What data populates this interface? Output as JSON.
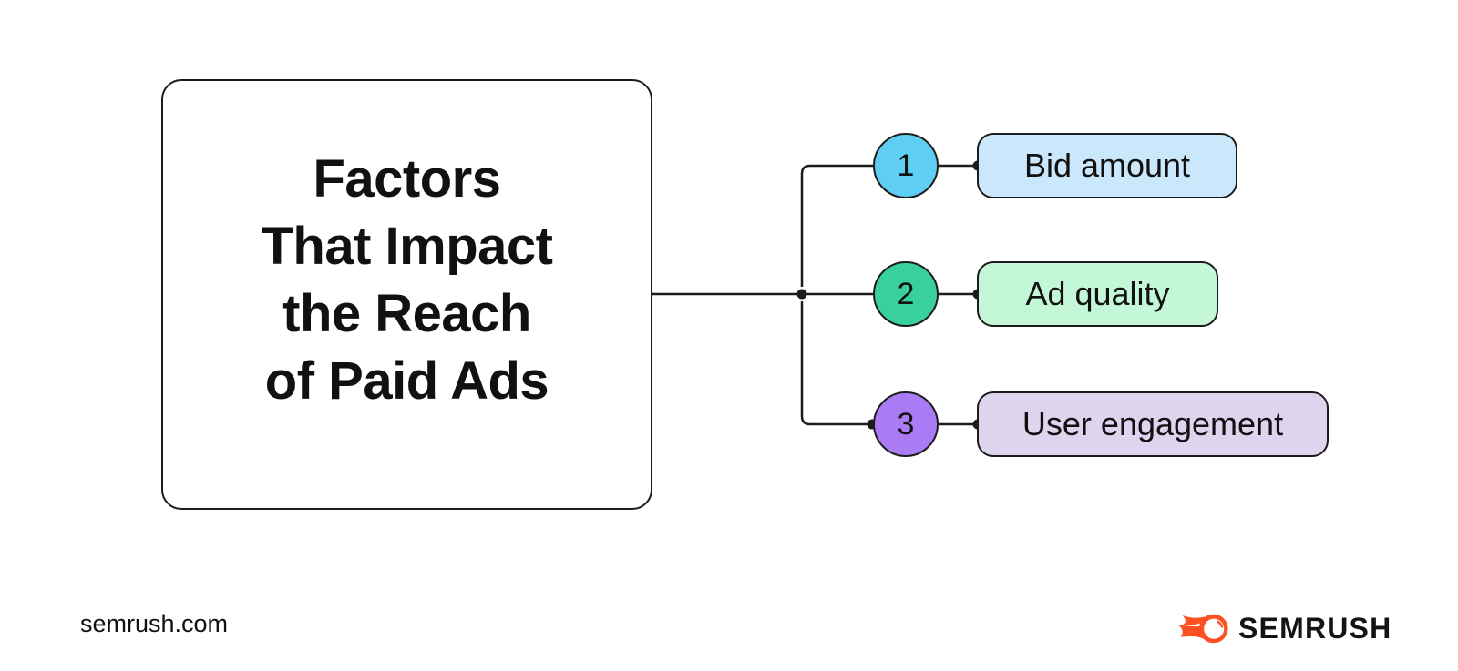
{
  "diagram": {
    "title_lines": [
      "Factors",
      "That Impact",
      "the Reach",
      "of Paid Ads"
    ],
    "items": [
      {
        "number": "1",
        "label": "Bid amount",
        "circle_color": "#5FCEF3",
        "box_color": "#CBE7FB"
      },
      {
        "number": "2",
        "label": "Ad quality",
        "circle_color": "#38D19C",
        "box_color": "#C4F7D8"
      },
      {
        "number": "3",
        "label": "User engagement",
        "circle_color": "#AA7BF4",
        "box_color": "#DED4EE"
      }
    ]
  },
  "footer": {
    "website": "semrush.com",
    "logo_text": "SEMRUSH",
    "logo_color": "#FF5024"
  },
  "colors": {
    "background": "#FFFFFF",
    "line": "#1C1C1C",
    "text": "#111111"
  }
}
